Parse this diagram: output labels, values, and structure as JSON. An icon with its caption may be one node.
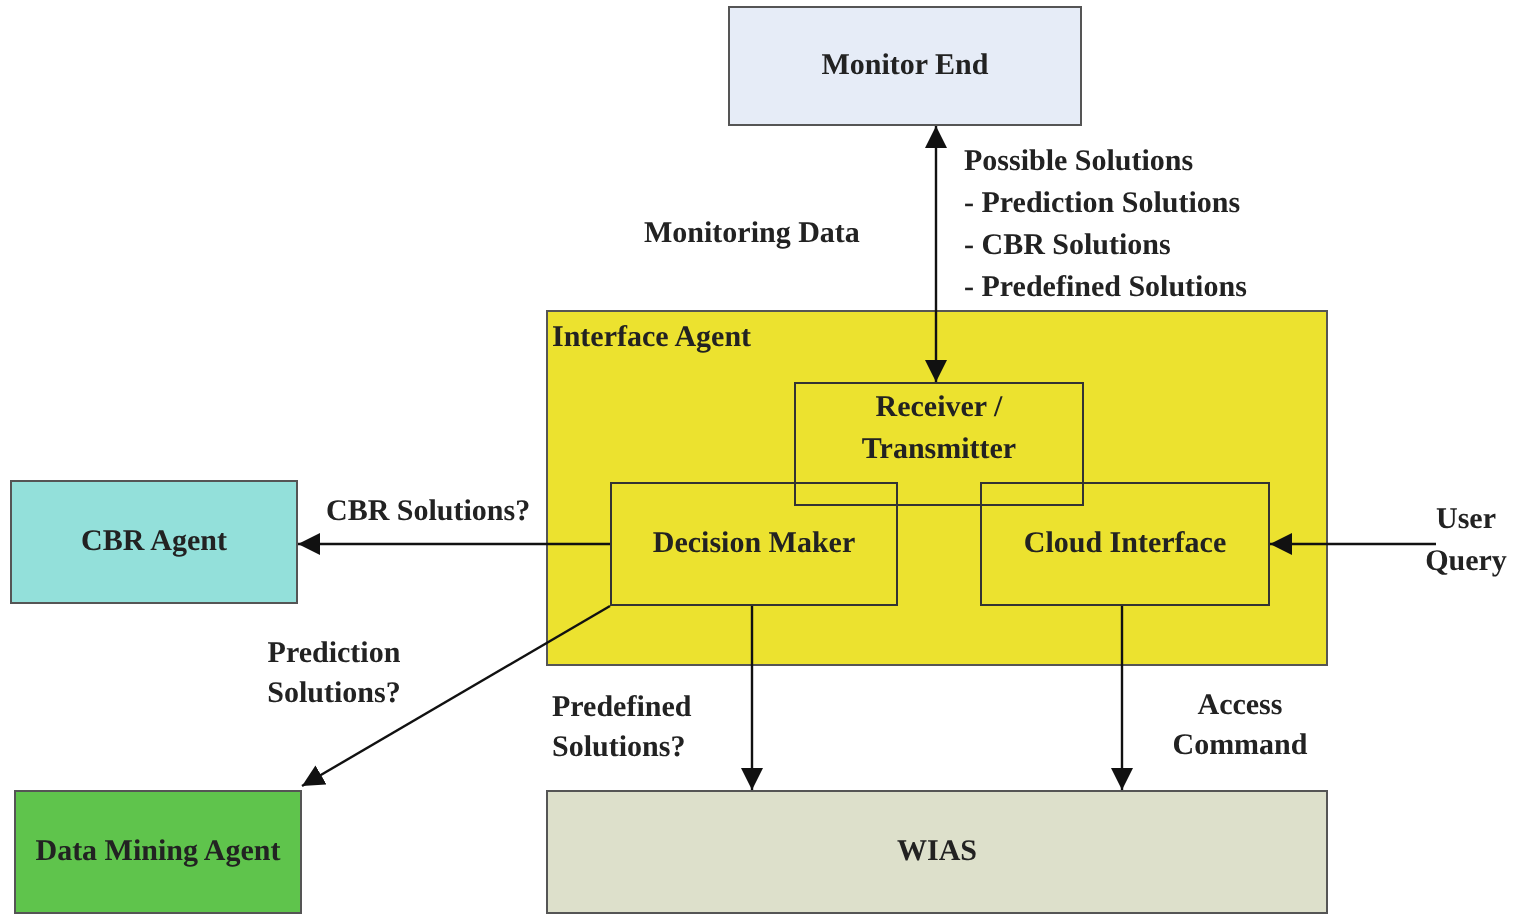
{
  "diagram": {
    "nodes": [
      {
        "text": [
          "Monitor End"
        ]
      },
      {
        "text": [
          "Interface Agent"
        ]
      },
      {
        "text": [
          "Receiver / Transmitter"
        ],
        "in": 1
      },
      {
        "text": [
          "Decision Maker"
        ],
        "in": 1
      },
      {
        "text": [
          "Cloud Interface"
        ],
        "in": 1
      },
      {
        "text": [
          "CBR Agent"
        ]
      },
      {
        "text": [
          "Data Mining Agent"
        ]
      },
      {
        "text": [
          "WIAS"
        ]
      },
      {
        "text": [
          "User Query"
        ]
      }
    ],
    "edges": [
      {
        "from": 2,
        "to": 0,
        "arrow": "both"
      },
      {
        "from": 3,
        "to": 5,
        "arrow": "to",
        "label": "CBR Solutions?"
      },
      {
        "from": 3,
        "to": 6,
        "arrow": "to",
        "label": "Prediction Solutions?"
      },
      {
        "from": 3,
        "to": 7,
        "arrow": "to",
        "label": "Predefined Solutions?"
      },
      {
        "from": 4,
        "to": 7,
        "arrow": "to",
        "label": "Access Command"
      },
      {
        "from": 8,
        "to": 4,
        "arrow": "to"
      }
    ],
    "labels": [
      "Monitoring Data",
      "Possible Solutions",
      "- Prediction Solutions",
      "- CBR Solutions",
      "- Predefined Solutions"
    ]
  }
}
